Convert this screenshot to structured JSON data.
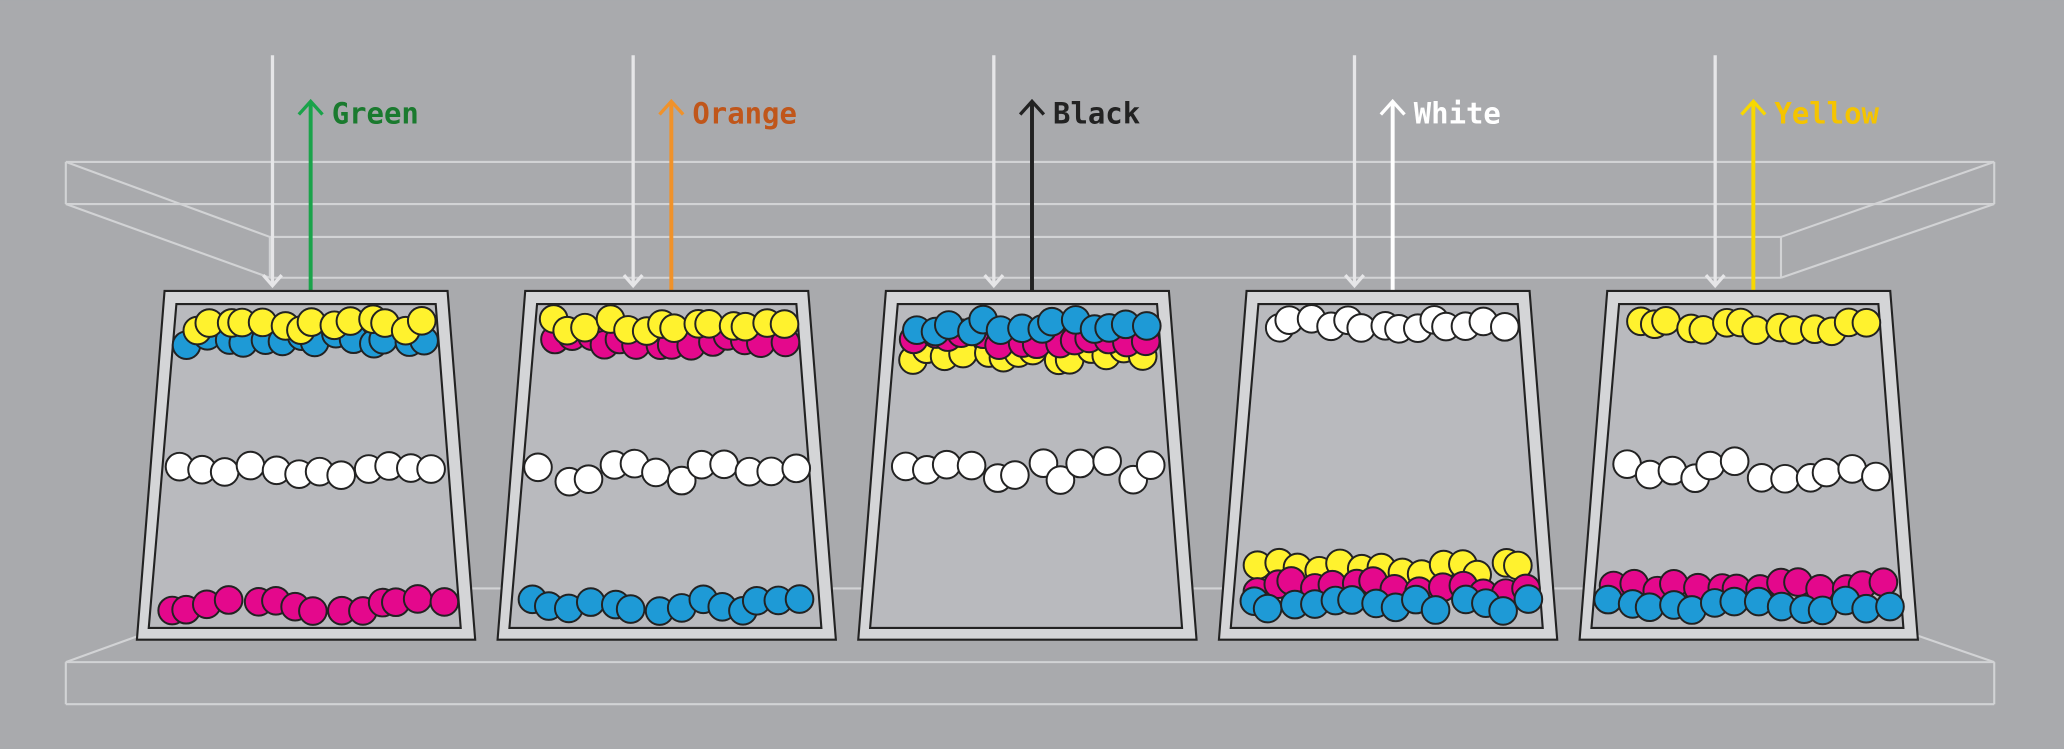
{
  "colors": {
    "background": "#a9aaad",
    "ball_yellow": "#fff22e",
    "ball_blue": "#1e9ad6",
    "ball_magenta": "#e4088c",
    "ball_white": "#ffffff",
    "container_rim": "#d4d5d7",
    "container_inner": "#b9babe",
    "incoming_arrow": "#e6e6e8"
  },
  "containers": [
    {
      "label": "Green",
      "text_color": "#1a7a2e",
      "arrow_color": "#1aa34a",
      "layers": {
        "top": [
          "blue",
          "yellow"
        ],
        "middle": [
          "white"
        ],
        "bottom": [
          "magenta"
        ]
      }
    },
    {
      "label": "Orange",
      "text_color": "#c0561a",
      "arrow_color": "#f0922a",
      "layers": {
        "top": [
          "magenta",
          "yellow"
        ],
        "middle": [
          "white"
        ],
        "bottom": [
          "blue"
        ]
      }
    },
    {
      "label": "Black",
      "text_color": "#222222",
      "arrow_color": "#222222",
      "layers": {
        "top": [
          "yellow",
          "magenta",
          "blue"
        ],
        "middle": [
          "white"
        ],
        "bottom": []
      }
    },
    {
      "label": "White",
      "text_color": "#ffffff",
      "arrow_color": "#ffffff",
      "layers": {
        "top": [
          "white"
        ],
        "middle": [],
        "bottom": [
          "yellow",
          "magenta",
          "blue"
        ]
      }
    },
    {
      "label": "Yellow",
      "text_color": "#f5c400",
      "arrow_color": "#f8d800",
      "layers": {
        "top": [
          "yellow"
        ],
        "middle": [
          "white"
        ],
        "bottom": [
          "magenta",
          "blue"
        ]
      }
    }
  ]
}
